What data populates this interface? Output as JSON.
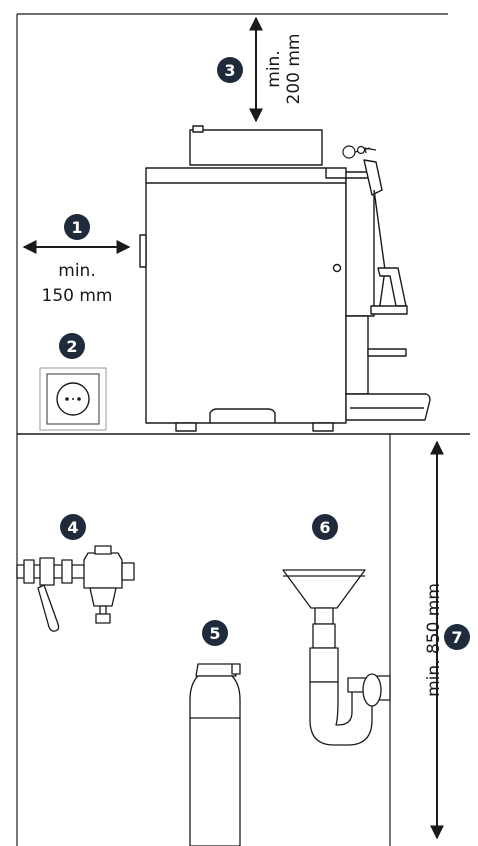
{
  "labels": {
    "dim_1_line1": "min.",
    "dim_1_line2": "150 mm",
    "dim_3_line1": "min.",
    "dim_3_line2": "200 mm",
    "dim_7": "min. 850 mm"
  },
  "badges": [
    "1",
    "2",
    "3",
    "4",
    "5",
    "6",
    "7"
  ],
  "colors": {
    "line": "#1a1a1a",
    "badge": "#1f2b3a",
    "fill": "#ffffff"
  }
}
